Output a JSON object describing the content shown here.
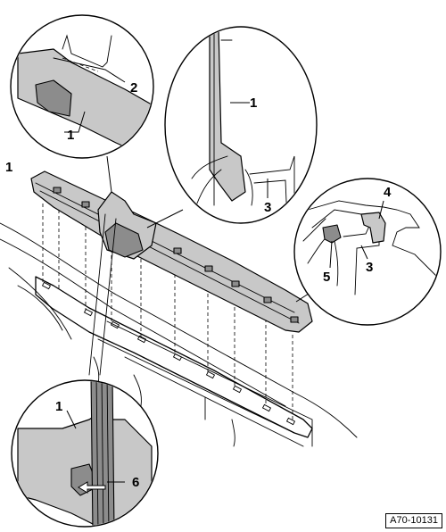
{
  "figure": {
    "reference_code": "A70-10131",
    "callouts": {
      "c1_topleft": "1",
      "c2": "2",
      "c1_main": "1",
      "c1_topright": "1",
      "c3_topright": "3",
      "c4": "4",
      "c3_right": "3",
      "c5": "5",
      "c1_bottom": "1",
      "c6": "6"
    }
  }
}
